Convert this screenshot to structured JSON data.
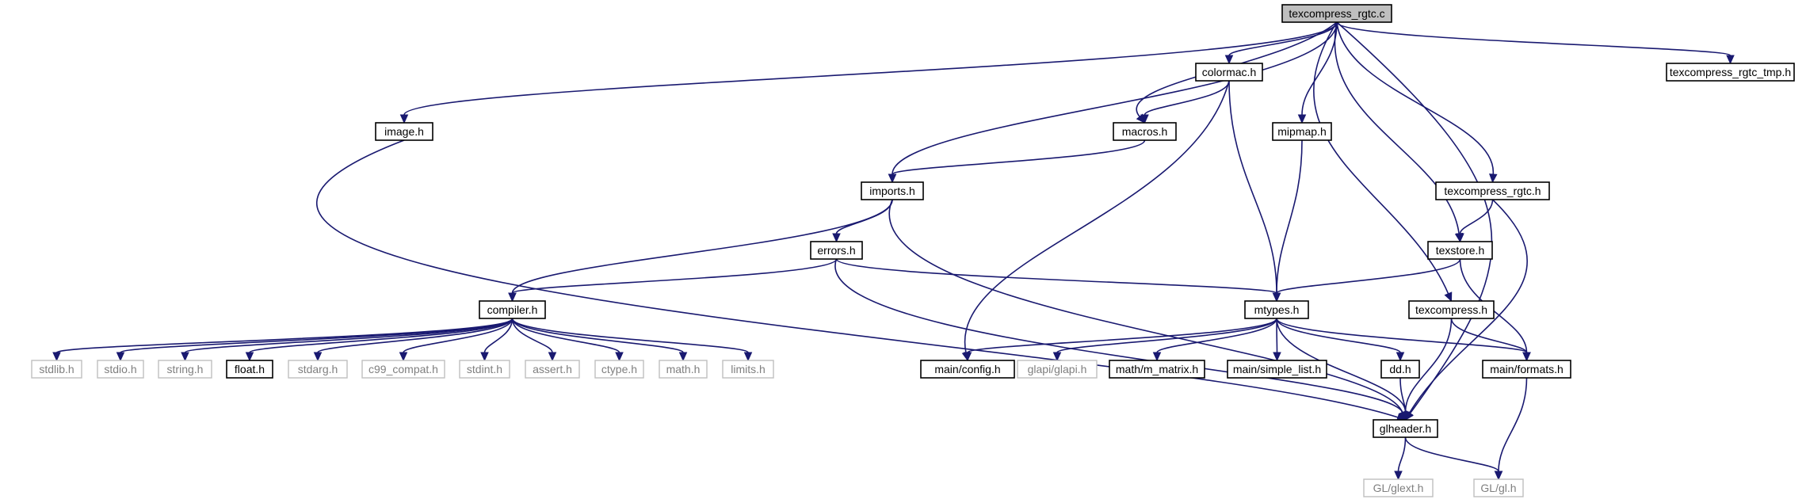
{
  "graph": {
    "title": "texcompress_rgtc.c",
    "colors": {
      "edge": "#191970",
      "root_fill": "#bfbfbf",
      "external_border": "#bfbfbf",
      "external_text": "#7f7f7f"
    },
    "nodes": [
      {
        "id": "root",
        "label": "texcompress_rgtc.c",
        "kind": "root"
      },
      {
        "id": "colormac",
        "label": "colormac.h",
        "kind": "internal"
      },
      {
        "id": "tmp",
        "label": "texcompress_rgtc_tmp.h",
        "kind": "internal"
      },
      {
        "id": "image",
        "label": "image.h",
        "kind": "internal"
      },
      {
        "id": "macros",
        "label": "macros.h",
        "kind": "internal"
      },
      {
        "id": "mipmap",
        "label": "mipmap.h",
        "kind": "internal"
      },
      {
        "id": "imports",
        "label": "imports.h",
        "kind": "internal"
      },
      {
        "id": "rgtc_h",
        "label": "texcompress_rgtc.h",
        "kind": "internal"
      },
      {
        "id": "errors",
        "label": "errors.h",
        "kind": "internal"
      },
      {
        "id": "texstore",
        "label": "texstore.h",
        "kind": "internal"
      },
      {
        "id": "compiler",
        "label": "compiler.h",
        "kind": "internal"
      },
      {
        "id": "mtypes",
        "label": "mtypes.h",
        "kind": "internal"
      },
      {
        "id": "texcompress",
        "label": "texcompress.h",
        "kind": "internal"
      },
      {
        "id": "stdlib",
        "label": "stdlib.h",
        "kind": "external"
      },
      {
        "id": "stdio",
        "label": "stdio.h",
        "kind": "external"
      },
      {
        "id": "string",
        "label": "string.h",
        "kind": "external"
      },
      {
        "id": "float",
        "label": "float.h",
        "kind": "internal"
      },
      {
        "id": "stdarg",
        "label": "stdarg.h",
        "kind": "external"
      },
      {
        "id": "c99",
        "label": "c99_compat.h",
        "kind": "external"
      },
      {
        "id": "stdint",
        "label": "stdint.h",
        "kind": "external"
      },
      {
        "id": "assert",
        "label": "assert.h",
        "kind": "external"
      },
      {
        "id": "ctype",
        "label": "ctype.h",
        "kind": "external"
      },
      {
        "id": "math",
        "label": "math.h",
        "kind": "external"
      },
      {
        "id": "limits",
        "label": "limits.h",
        "kind": "external"
      },
      {
        "id": "config",
        "label": "main/config.h",
        "kind": "internal"
      },
      {
        "id": "glapi",
        "label": "glapi/glapi.h",
        "kind": "external"
      },
      {
        "id": "m_matrix",
        "label": "math/m_matrix.h",
        "kind": "internal"
      },
      {
        "id": "simple_list",
        "label": "main/simple_list.h",
        "kind": "internal"
      },
      {
        "id": "dd",
        "label": "dd.h",
        "kind": "internal"
      },
      {
        "id": "formats",
        "label": "main/formats.h",
        "kind": "internal"
      },
      {
        "id": "glheader",
        "label": "glheader.h",
        "kind": "internal"
      },
      {
        "id": "glext",
        "label": "GL/glext.h",
        "kind": "external"
      },
      {
        "id": "gl",
        "label": "GL/gl.h",
        "kind": "external"
      }
    ],
    "edges": [
      [
        "root",
        "image"
      ],
      [
        "root",
        "imports"
      ],
      [
        "root",
        "macros"
      ],
      [
        "root",
        "colormac"
      ],
      [
        "root",
        "mipmap"
      ],
      [
        "root",
        "texcompress"
      ],
      [
        "root",
        "texstore"
      ],
      [
        "root",
        "rgtc_h"
      ],
      [
        "root",
        "glheader"
      ],
      [
        "root",
        "tmp"
      ],
      [
        "image",
        "glheader"
      ],
      [
        "colormac",
        "macros"
      ],
      [
        "colormac",
        "config"
      ],
      [
        "colormac",
        "mtypes"
      ],
      [
        "macros",
        "imports"
      ],
      [
        "mipmap",
        "mtypes"
      ],
      [
        "imports",
        "errors"
      ],
      [
        "imports",
        "compiler"
      ],
      [
        "imports",
        "glheader"
      ],
      [
        "errors",
        "compiler"
      ],
      [
        "errors",
        "mtypes"
      ],
      [
        "errors",
        "glheader"
      ],
      [
        "rgtc_h",
        "texstore"
      ],
      [
        "rgtc_h",
        "glheader"
      ],
      [
        "texstore",
        "mtypes"
      ],
      [
        "texstore",
        "formats"
      ],
      [
        "texcompress",
        "glheader"
      ],
      [
        "texcompress",
        "formats"
      ],
      [
        "compiler",
        "stdlib"
      ],
      [
        "compiler",
        "stdio"
      ],
      [
        "compiler",
        "string"
      ],
      [
        "compiler",
        "float"
      ],
      [
        "compiler",
        "stdarg"
      ],
      [
        "compiler",
        "c99"
      ],
      [
        "compiler",
        "stdint"
      ],
      [
        "compiler",
        "assert"
      ],
      [
        "compiler",
        "ctype"
      ],
      [
        "compiler",
        "math"
      ],
      [
        "compiler",
        "limits"
      ],
      [
        "mtypes",
        "config"
      ],
      [
        "mtypes",
        "glapi"
      ],
      [
        "mtypes",
        "m_matrix"
      ],
      [
        "mtypes",
        "simple_list"
      ],
      [
        "mtypes",
        "dd"
      ],
      [
        "mtypes",
        "formats"
      ],
      [
        "mtypes",
        "glheader"
      ],
      [
        "dd",
        "glheader"
      ],
      [
        "formats",
        "gl"
      ],
      [
        "glheader",
        "glext"
      ],
      [
        "glheader",
        "gl"
      ]
    ]
  }
}
